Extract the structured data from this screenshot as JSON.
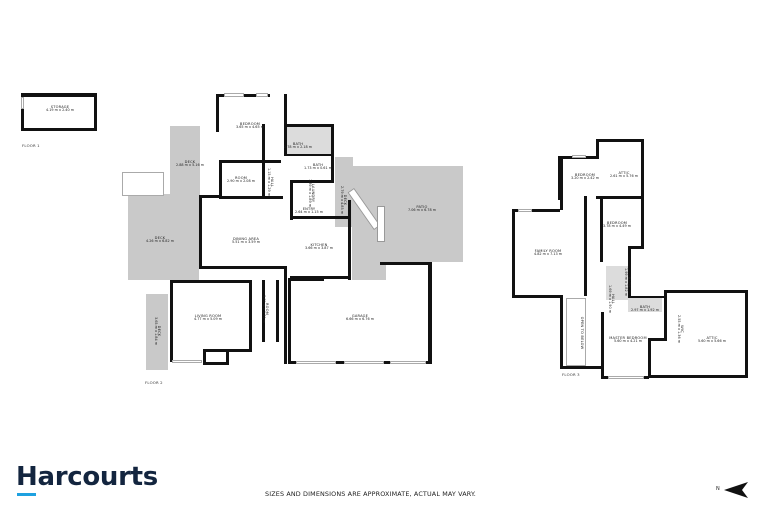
{
  "floors": [
    {
      "label": "FLOOR 1",
      "rooms": [
        {
          "name": "STORAGE",
          "dims": "4.19 m x 2.40 m"
        }
      ]
    },
    {
      "label": "FLOOR 2",
      "rooms": [
        {
          "name": "BEDROOM",
          "dims": "3.65 m x 4.65 m"
        },
        {
          "name": "BATH",
          "dims": "2.78 m x 2.18 m"
        },
        {
          "name": "BATH",
          "dims": "1.73 m x 0.61 m"
        },
        {
          "name": "DECK",
          "dims": "2.88 m x 5.16 m"
        },
        {
          "name": "ROOM",
          "dims": "2.90 m x 2.08 m"
        },
        {
          "name": "HALL",
          "dims": "1.15 m x 1.29 m"
        },
        {
          "name": "LAUNDRY",
          "dims": "1.89 m x 1.89 m"
        },
        {
          "name": "ENTRY",
          "dims": "2.64 m x 1.15 m"
        },
        {
          "name": "DECK",
          "dims": "2.79 m x 4.85 m"
        },
        {
          "name": "PATIO",
          "dims": "7.06 m x 6.78 m"
        },
        {
          "name": "DECK",
          "dims": "4.26 m x 6.82 m"
        },
        {
          "name": "DINING AREA",
          "dims": "5.51 m x 3.59 m"
        },
        {
          "name": "KITCHEN",
          "dims": "3.66 m x 3.87 m"
        },
        {
          "name": "LIVING ROOM",
          "dims": "4.77 m x 5.09 m"
        },
        {
          "name": "ROOM",
          "dims": "3.61 m x 1.31 m"
        },
        {
          "name": "DECK",
          "dims": "3.65 m x 1.84 m"
        },
        {
          "name": "GARAGE",
          "dims": "6.66 m x 6.76 m"
        }
      ]
    },
    {
      "label": "FLOOR 3",
      "rooms": [
        {
          "name": "BEDROOM",
          "dims": "3.20 m x 2.42 m"
        },
        {
          "name": "ATTIC",
          "dims": "2.61 m x 5.76 m"
        },
        {
          "name": "BEDROOM",
          "dims": "3.78 m x 4.49 m"
        },
        {
          "name": "FAMILY ROOM",
          "dims": "4.82 m x 7.13 m"
        },
        {
          "name": "BATH",
          "dims": "1.99 m x 1.82 m"
        },
        {
          "name": "HALL",
          "dims": "1.69 m x 1.90 m"
        },
        {
          "name": "BATH",
          "dims": "2.97 m x 1.92 m"
        },
        {
          "name": "OPEN TO BELOW",
          "dims": ""
        },
        {
          "name": "MASTER BEDROOM",
          "dims": "5.60 m x 4.21 m"
        },
        {
          "name": "WIC",
          "dims": "2.55 m x 1.36 m"
        },
        {
          "name": "ATTIC",
          "dims": "5.60 m x 5.66 m"
        }
      ]
    }
  ],
  "brand": {
    "name": "Harcourts",
    "text_color": "#13253f",
    "accent_color": "#1ea1e0"
  },
  "footer": {
    "disclaimer": "SIZES AND DIMENSIONS ARE APPROXIMATE, ACTUAL MAY VARY.",
    "compass_label": "N"
  },
  "colors": {
    "wall": "#111111",
    "deck_fill": "#c9c9c9",
    "room_fill": "#ffffff"
  }
}
